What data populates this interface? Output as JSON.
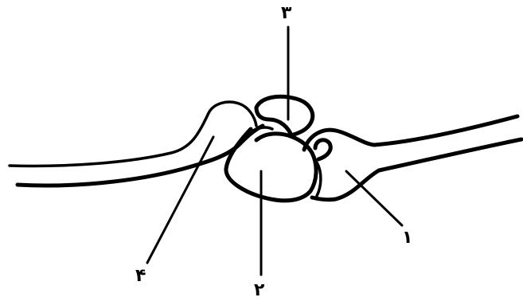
{
  "labels": {
    "part_1": "۱",
    "part_2": "۲",
    "part_3": "۳",
    "part_4": "۴"
  }
}
